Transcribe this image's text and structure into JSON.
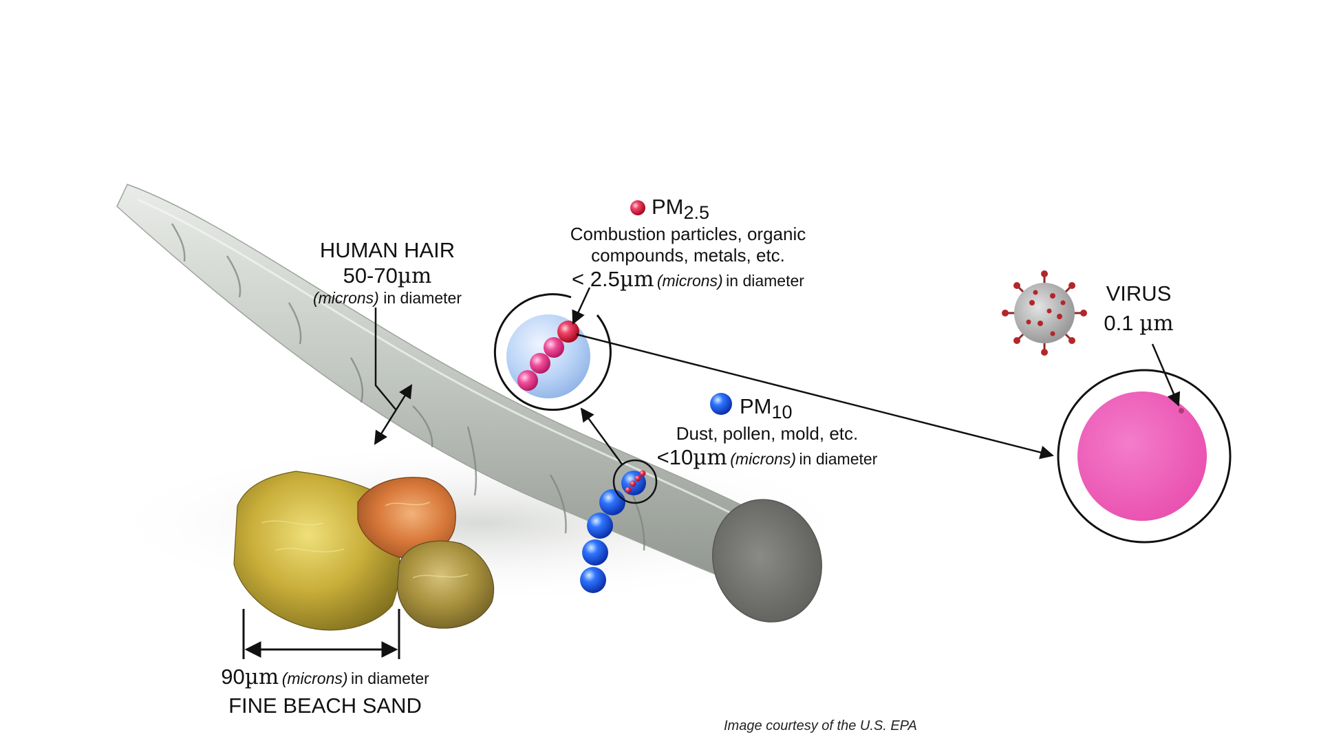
{
  "hair": {
    "title": "HUMAN HAIR",
    "size_value": "50-70",
    "unit": "µm",
    "unit_word": "(microns)",
    "tail": "in diameter"
  },
  "pm25": {
    "name": "PM",
    "sub": "2.5",
    "desc1": "Combustion particles, organic",
    "desc2": "compounds, metals, etc.",
    "size_value": "< 2.5",
    "unit": "µm",
    "unit_word": "(microns)",
    "tail": "in diameter",
    "color": "#d61a35"
  },
  "pm10": {
    "name": "PM",
    "sub": "10",
    "desc": "Dust, pollen, mold, etc.",
    "size_value": "<10",
    "unit": "µm",
    "unit_word": "(microns)",
    "tail": "in diameter",
    "color": "#1e5be6"
  },
  "virus": {
    "title": "VIRUS",
    "size_value": "0.1",
    "unit": "µm",
    "color": "#ef5fbf"
  },
  "sand": {
    "size_value": "90",
    "unit": "µm",
    "unit_word": "(microns)",
    "tail": "in diameter",
    "title": "FINE BEACH SAND"
  },
  "credit": "Image courtesy of the U.S. EPA"
}
